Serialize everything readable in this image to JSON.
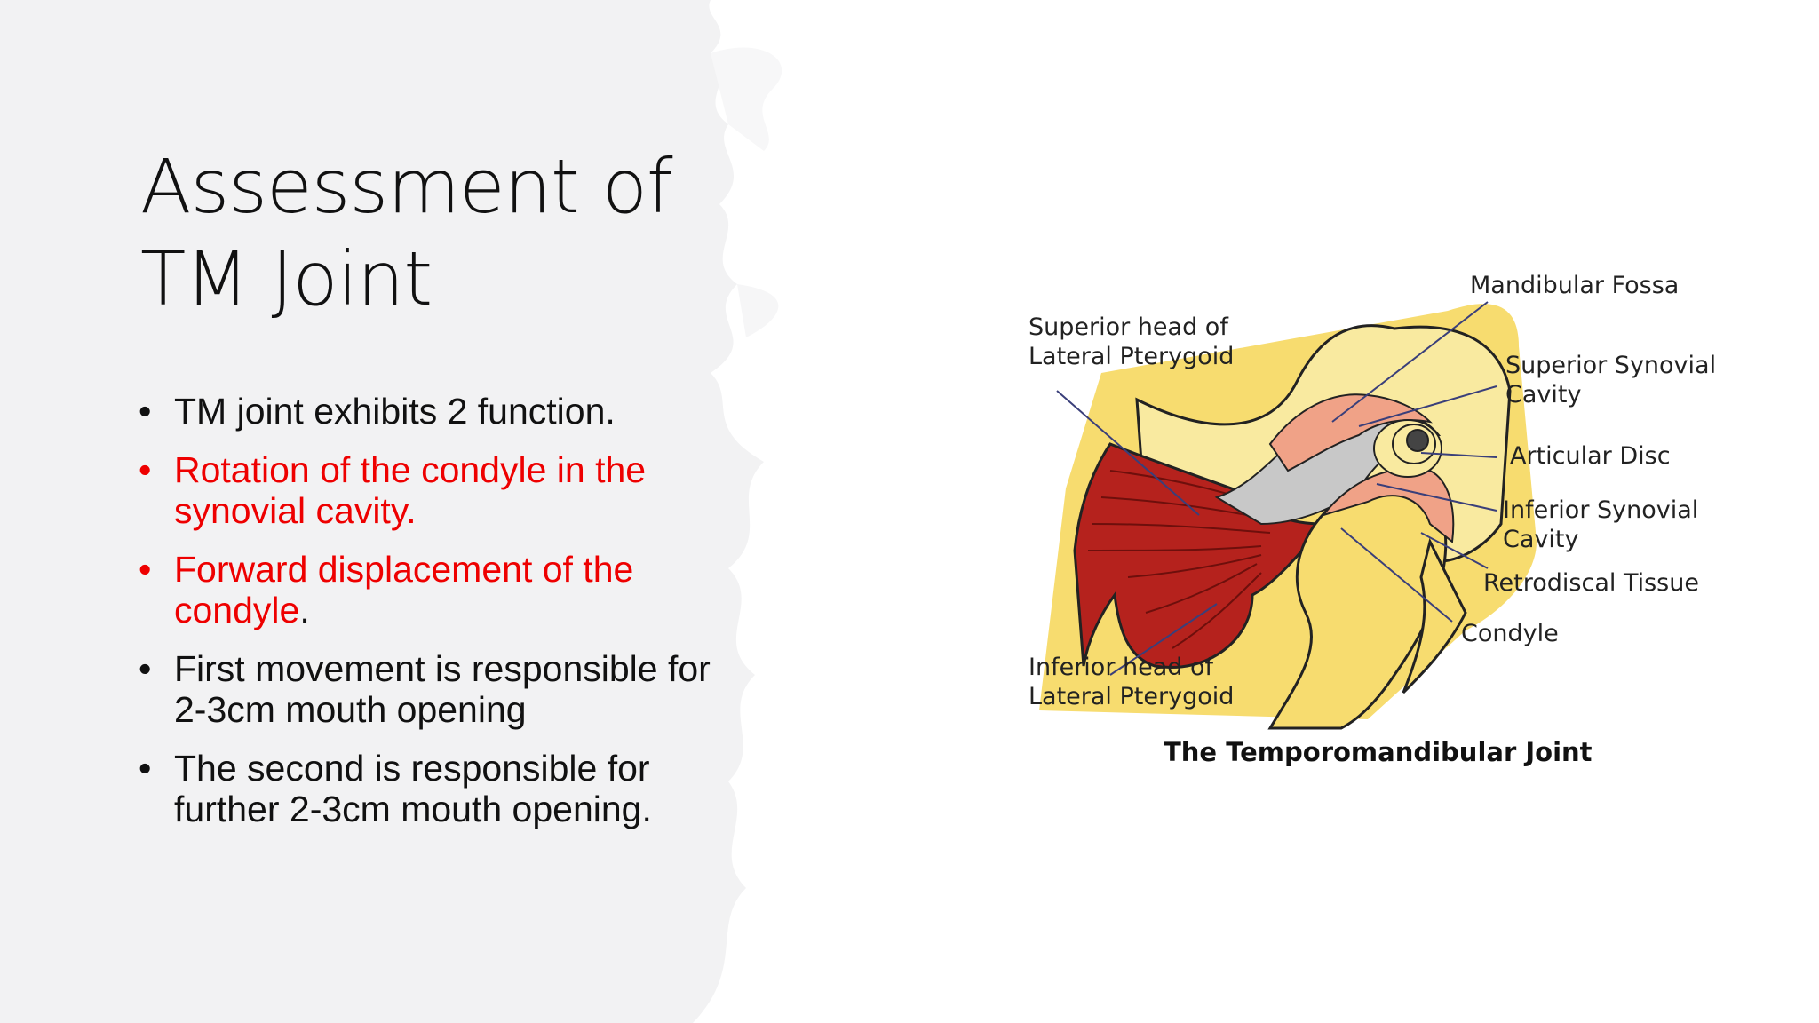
{
  "slide": {
    "title_lines": [
      "Assessment of",
      "TM Joint"
    ],
    "bullets": [
      {
        "text": "TM joint exhibits 2 function.",
        "style": "normal"
      },
      {
        "text": "Rotation of the condyle in the synovial cavity.",
        "style": "red"
      },
      {
        "text": "Forward displacement of the condyle",
        "suffix": ".",
        "style": "red"
      },
      {
        "text": "First movement is responsible for 2-3cm mouth opening",
        "style": "normal"
      },
      {
        "text": "The second is responsible for further 2-3cm mouth opening.",
        "style": "normal"
      }
    ],
    "bullet_char": "•"
  },
  "figure": {
    "caption": "The Temporomandibular Joint",
    "labels": {
      "mandibular_fossa": "Mandibular Fossa",
      "superior_head": "Superior head of\nLateral Pterygoid",
      "superior_synovial": "Superior Synovial\nCavity",
      "articular_disc": "Articular Disc",
      "inferior_synovial": "Inferior Synovial\nCavity",
      "retrodiscal": "Retrodiscal Tissue",
      "condyle": "Condyle",
      "inferior_head": "Inferior head of\nLateral Pterygoid"
    }
  },
  "colors": {
    "bone_yellow": "#f7dc6f",
    "bone_pale": "#f9eaa0",
    "muscle_red": "#b5221d",
    "disc_gray": "#c8c8c8",
    "tissue_salmon": "#f0a287",
    "accent_red": "#ee0000",
    "leader_line": "#3a3f7a",
    "panel_gray": "#f2f2f3"
  }
}
